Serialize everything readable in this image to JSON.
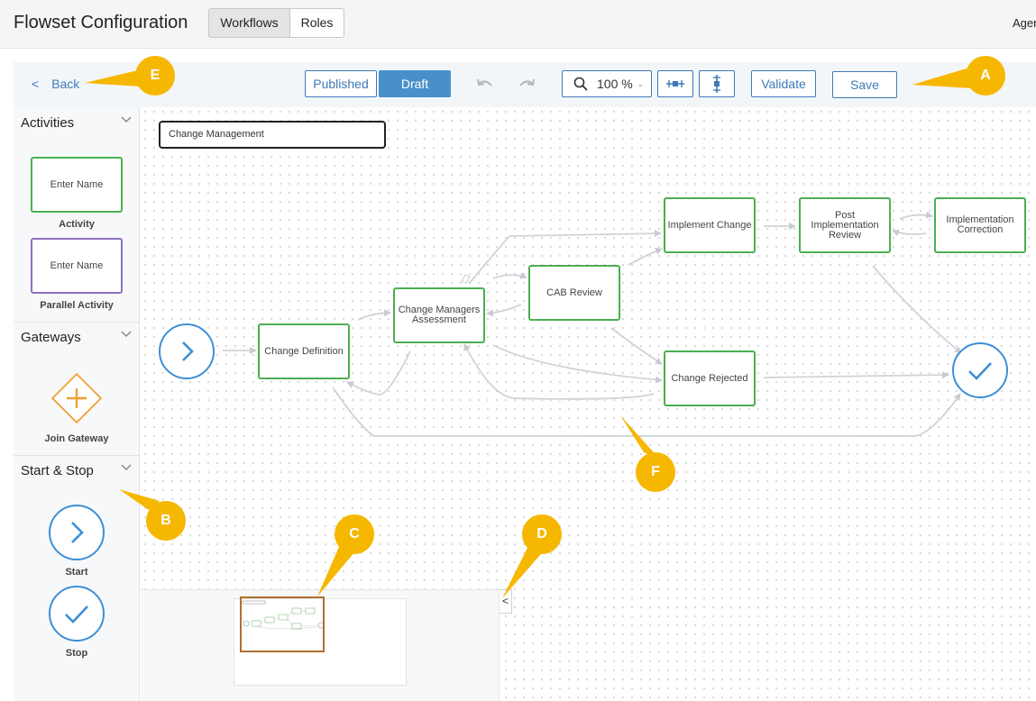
{
  "header": {
    "title": "Flowset Configuration",
    "tabs": [
      "Workflows",
      "Roles"
    ],
    "user_label": "Agen"
  },
  "toolbar": {
    "back_chevron": "<",
    "back_label": "Back",
    "published_label": "Published",
    "draft_label": "Draft",
    "zoom_value": "100 %",
    "validate_label": "Validate",
    "save_label": "Save"
  },
  "palette": {
    "activities_title": "Activities",
    "activity_placeholder": "Enter Name",
    "activity_label": "Activity",
    "parallel_placeholder": "Enter Name",
    "parallel_label": "Parallel Activity",
    "gateways_title": "Gateways",
    "join_gateway_label": "Join Gateway",
    "startstop_title": "Start & Stop",
    "start_label": "Start",
    "stop_label": "Stop"
  },
  "canvas": {
    "workflow_name": "Change Management",
    "nodes": [
      {
        "id": "change-definition",
        "label": "Change Definition"
      },
      {
        "id": "change-managers-assessment",
        "label": "Change Managers Assessment"
      },
      {
        "id": "cab-review",
        "label": "CAB Review"
      },
      {
        "id": "implement-change",
        "label": "Implement Change"
      },
      {
        "id": "post-implementation-review",
        "label": "Post Implementation Review"
      },
      {
        "id": "implementation-correction",
        "label": "Implementation Correction"
      },
      {
        "id": "change-rejected",
        "label": "Change Rejected"
      }
    ],
    "collapse_label": "<"
  },
  "callouts": [
    "A",
    "B",
    "C",
    "D",
    "E",
    "F"
  ],
  "colors": {
    "accent": "#3d7ab8",
    "draft_fill": "#4a90c8",
    "activity_border": "#4caf50",
    "parallel_border": "#8e6fc0",
    "gateway": "#f0a030",
    "start_stop": "#3d8fd6",
    "callout": "#f6b700"
  }
}
